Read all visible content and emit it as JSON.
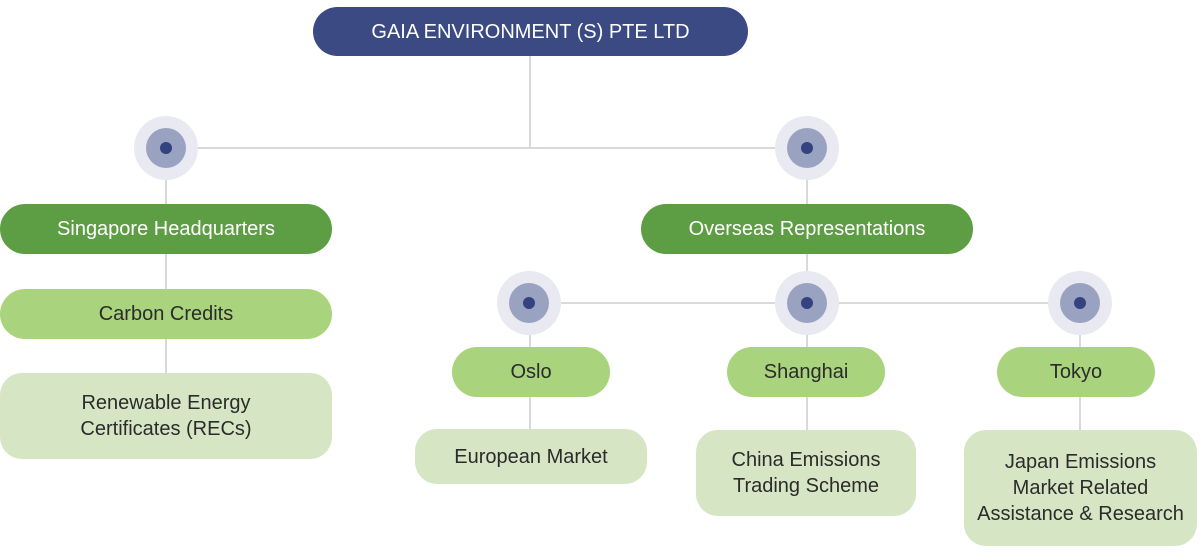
{
  "colors": {
    "root": "#3b4a82",
    "level1": "#5d9e44",
    "level2": "#a9d37c",
    "level3": "#d6e6c4",
    "connector": "#d9d9dd",
    "junction_core": "#34427f"
  },
  "root": {
    "label": "GAIA ENVIRONMENT (S) PTE LTD"
  },
  "singapore": {
    "label": "Singapore Headquarters",
    "child": {
      "label": "Carbon Credits"
    },
    "grandchild": {
      "label": "Renewable Energy\nCertificates (RECs)"
    }
  },
  "overseas": {
    "label": "Overseas Representations",
    "offices": [
      {
        "label": "Oslo",
        "focus": "European Market"
      },
      {
        "label": "Shanghai",
        "focus": "China Emissions\nTrading Scheme"
      },
      {
        "label": "Tokyo",
        "focus": "Japan Emissions\nMarket Related\nAssistance & Research"
      }
    ]
  },
  "junction_icon": "concentric-circle-node"
}
